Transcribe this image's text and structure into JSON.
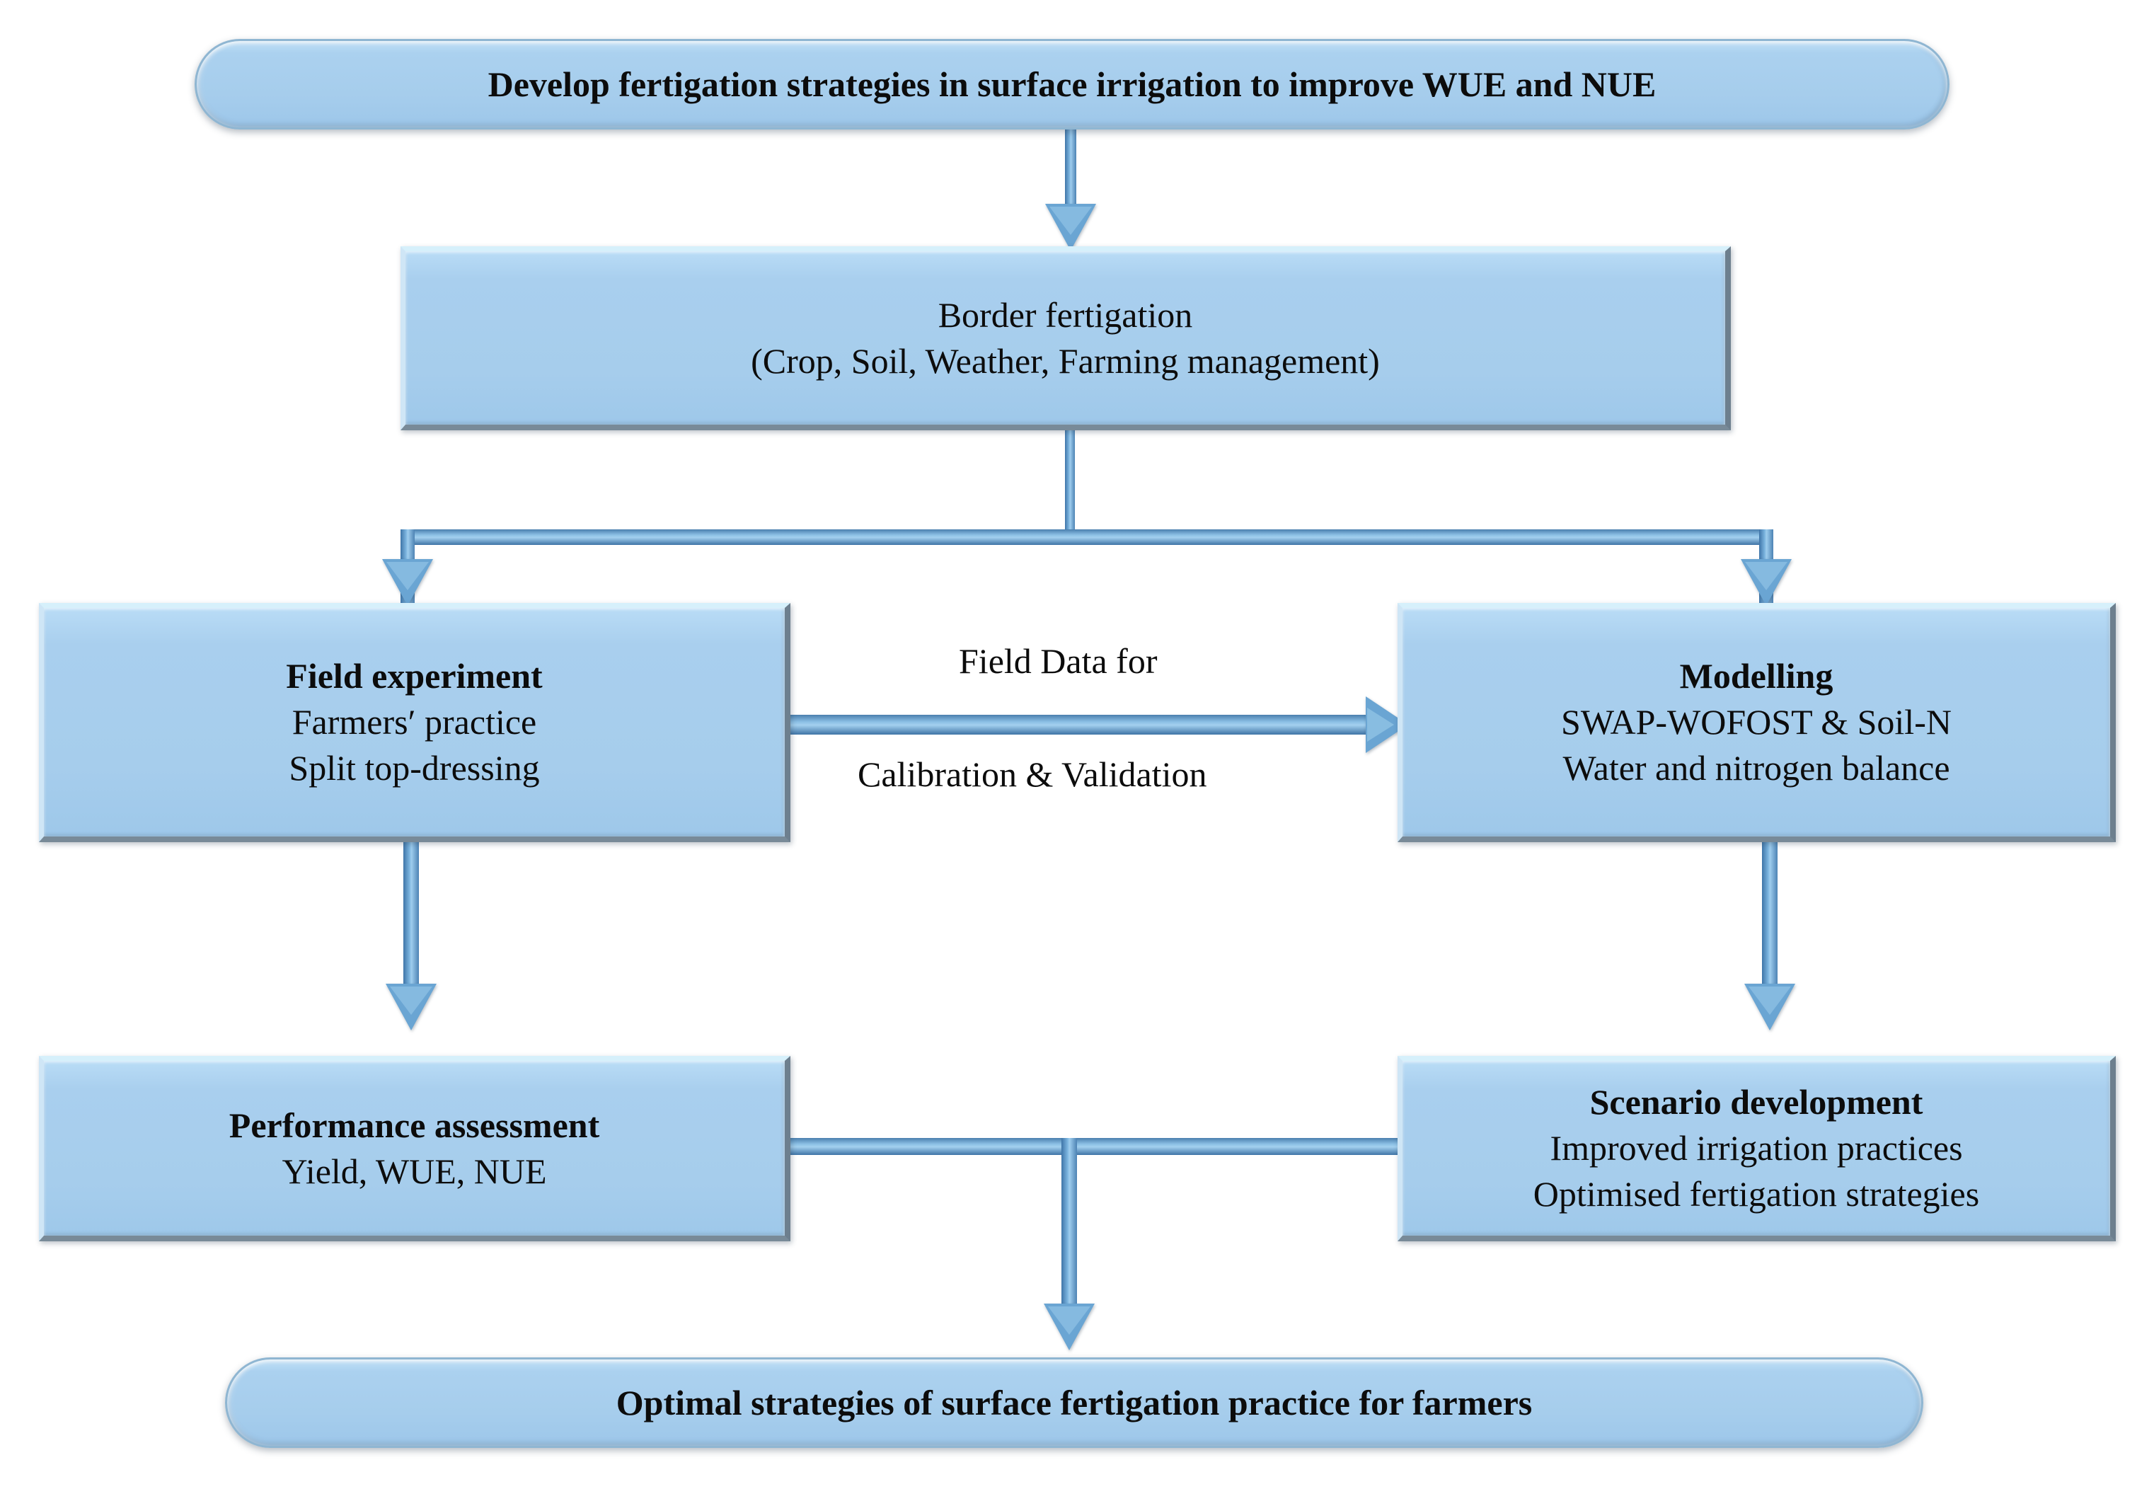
{
  "diagram": {
    "title_text": "Develop fertigation strategies in surface irrigation to improve WUE and NUE",
    "type": "flowchart",
    "accent_color": "#a6cdec",
    "connector_color": "#4a7fae",
    "background_color": "#ffffff"
  },
  "nodes": {
    "goal": {
      "shape": "stadium",
      "label": "Develop fertigation strategies in surface irrigation to improve WUE and NUE"
    },
    "system": {
      "shape": "rectangle",
      "line1": "Border fertigation",
      "line2": "(Crop, Soil, Weather, Farming management)"
    },
    "field_experiment": {
      "shape": "rectangle",
      "heading": "Field experiment",
      "line1": "Farmers′ practice",
      "line2": "Split top-dressing"
    },
    "modelling": {
      "shape": "rectangle",
      "heading": "Modelling",
      "line1": "SWAP-WOFOST & Soil-N",
      "line2": "Water and nitrogen balance"
    },
    "performance": {
      "shape": "rectangle",
      "heading": "Performance assessment",
      "line1": "Yield, WUE, NUE"
    },
    "scenario": {
      "shape": "rectangle",
      "heading": "Scenario development",
      "line1": "Improved irrigation practices",
      "line2": "Optimised fertigation strategies"
    },
    "outcome": {
      "shape": "stadium",
      "label": "Optimal strategies of surface fertigation practice for farmers"
    }
  },
  "edge_labels": {
    "field_data_top": "Field Data for",
    "field_data_bottom": "Calibration & Validation"
  },
  "chart_data": {
    "type": "diagram",
    "title": "Develop fertigation strategies in surface irrigation to improve WUE and NUE",
    "nodes": [
      "Develop fertigation strategies in surface irrigation to improve WUE and NUE",
      "Border fertigation (Crop, Soil, Weather, Farming management)",
      "Field experiment",
      "Modelling",
      "Performance assessment",
      "Scenario development",
      "Optimal strategies of surface fertigation practice for farmers"
    ],
    "edges": [
      {
        "from": "Develop fertigation strategies in surface irrigation to improve WUE and NUE",
        "to": "Border fertigation",
        "label": ""
      },
      {
        "from": "Border fertigation",
        "to": "Field experiment",
        "label": ""
      },
      {
        "from": "Border fertigation",
        "to": "Modelling",
        "label": ""
      },
      {
        "from": "Field experiment",
        "to": "Modelling",
        "label": "Field Data for Calibration & Validation"
      },
      {
        "from": "Field experiment",
        "to": "Performance assessment",
        "label": ""
      },
      {
        "from": "Modelling",
        "to": "Scenario development",
        "label": ""
      },
      {
        "from": "Performance assessment",
        "to": "Optimal strategies of surface fertigation practice for farmers",
        "label": ""
      },
      {
        "from": "Scenario development",
        "to": "Optimal strategies of surface fertigation practice for farmers",
        "label": ""
      }
    ]
  }
}
